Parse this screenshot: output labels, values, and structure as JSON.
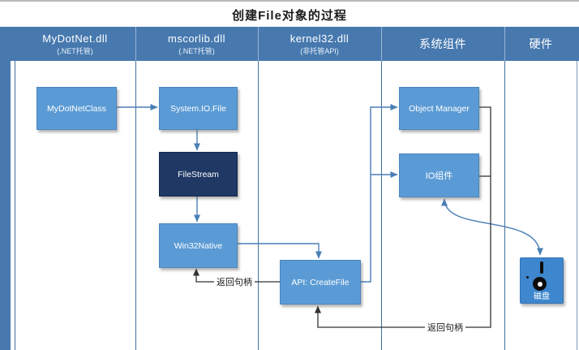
{
  "title": "创建File对象的过程",
  "lanes": [
    {
      "label": "MyDotNet.dll",
      "sublabel": "(.NET托管)"
    },
    {
      "label": "mscorlib.dll",
      "sublabel": "(.NET托管)"
    },
    {
      "label": "kernel32.dll",
      "sublabel": "(非托管API)"
    },
    {
      "label": "系统组件",
      "sublabel": ""
    },
    {
      "label": "硬件",
      "sublabel": ""
    }
  ],
  "nodes": {
    "mydotnetclass": {
      "label": "MyDotNetClass"
    },
    "systemiofile": {
      "label": "System.IO.File"
    },
    "filestream": {
      "label": "FileStream"
    },
    "win32native": {
      "label": "Win32Native"
    },
    "createfile": {
      "label": "API: CreateFile"
    },
    "objectmanager": {
      "label": "Object Manager"
    },
    "iocomponent": {
      "label": "IO组件"
    },
    "disk": {
      "label": "磁盘"
    }
  },
  "edge_labels": {
    "return_mid": "返回句柄",
    "return_bottom": "返回句柄"
  },
  "edges": [
    {
      "from": "MyDotNetClass",
      "to": "System.IO.File",
      "label": ""
    },
    {
      "from": "System.IO.File",
      "to": "FileStream",
      "label": ""
    },
    {
      "from": "FileStream",
      "to": "Win32Native",
      "label": ""
    },
    {
      "from": "Win32Native",
      "to": "API: CreateFile",
      "label": ""
    },
    {
      "from": "API: CreateFile",
      "to": "Win32Native",
      "label": "返回句柄"
    },
    {
      "from": "API: CreateFile",
      "to": "Object Manager",
      "label": ""
    },
    {
      "from": "API: CreateFile",
      "to": "IO组件",
      "label": ""
    },
    {
      "from": "Object Manager",
      "to": "API: CreateFile",
      "label": "返回句柄"
    },
    {
      "from": "IO组件",
      "to": "磁盘",
      "label": ""
    },
    {
      "from": "磁盘",
      "to": "IO组件",
      "label": ""
    }
  ],
  "colors": {
    "header_blue": "#4779af",
    "box_blue": "#5b9bd5",
    "box_dark_navy": "#1f3864",
    "disk_blue": "#3e87cf",
    "line_blue": "#4a7fb5",
    "line_dark": "#333333",
    "lane_divider": "#41719c"
  }
}
